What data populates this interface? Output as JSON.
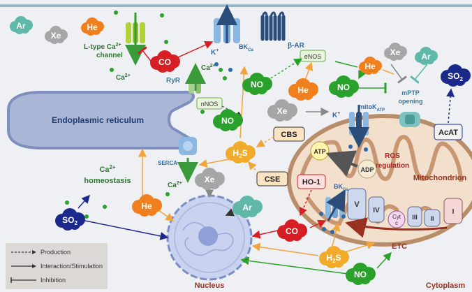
{
  "molecules": {
    "ar": "Ar",
    "xe": "Xe",
    "he": "He",
    "co": "CO",
    "no": "NO",
    "h2s_prefix": "H",
    "h2s_sub": "2",
    "h2s_suffix": "S",
    "so2_prefix": "SO",
    "so2_sub": "2"
  },
  "channels": {
    "ltype_line1_prefix": "L-type Ca",
    "ltype_line1_sup": "2+",
    "ltype_line2": "channel",
    "bkca_main": "BK",
    "bkca_sub": "Ca",
    "beta_ar": "β-AR",
    "ryr": "RyR",
    "serca": "SERCA",
    "mitokatp_main": "mitoK",
    "mitokatp_sub": "ATP",
    "mptp_line1": "mPTP",
    "mptp_line2": "opening"
  },
  "ions": {
    "ca": "Ca",
    "ca_sup": "2+",
    "k": "K",
    "k_sup": "+"
  },
  "enzymes": {
    "enos": "eNOS",
    "nnos": "nNOS",
    "cbs": "CBS",
    "cse": "CSE",
    "ho1": "HO-1",
    "acat": "AcAT"
  },
  "organelles": {
    "er": "Endoplasmic reticulum",
    "mito": "Mitochondrion",
    "nucleus": "Nucleus",
    "cytoplasm": "Cytoplasm",
    "etc": "ETC"
  },
  "labels": {
    "ca_homeo_line1_prefix": "Ca",
    "ca_homeo_line1_sup": "2+",
    "ca_homeo_line2": "homeostasis",
    "ros_line1": "ROS",
    "ros_line2": "regulation",
    "atp": "ATP",
    "adp": "ADP"
  },
  "complexes": {
    "c1": "I",
    "c2": "II",
    "c3": "III",
    "c4": "IV",
    "c5": "V",
    "cytc_line1": "Cyt",
    "cytc_line2": "c"
  },
  "legend": {
    "production": "Production",
    "interaction": "Interaction/Stimulation",
    "inhibition": "Inhibition"
  },
  "colors": {
    "ar": "#5fb8a8",
    "xe": "#a6a6a6",
    "he": "#f07f1e",
    "co": "#d71e25",
    "no": "#2aa12a",
    "h2s": "#f2aa2b",
    "so2": "#1b2a8a",
    "er": "#aab6d6",
    "mito": "#e9d6c4",
    "nucleus": "#c9d2ee"
  }
}
